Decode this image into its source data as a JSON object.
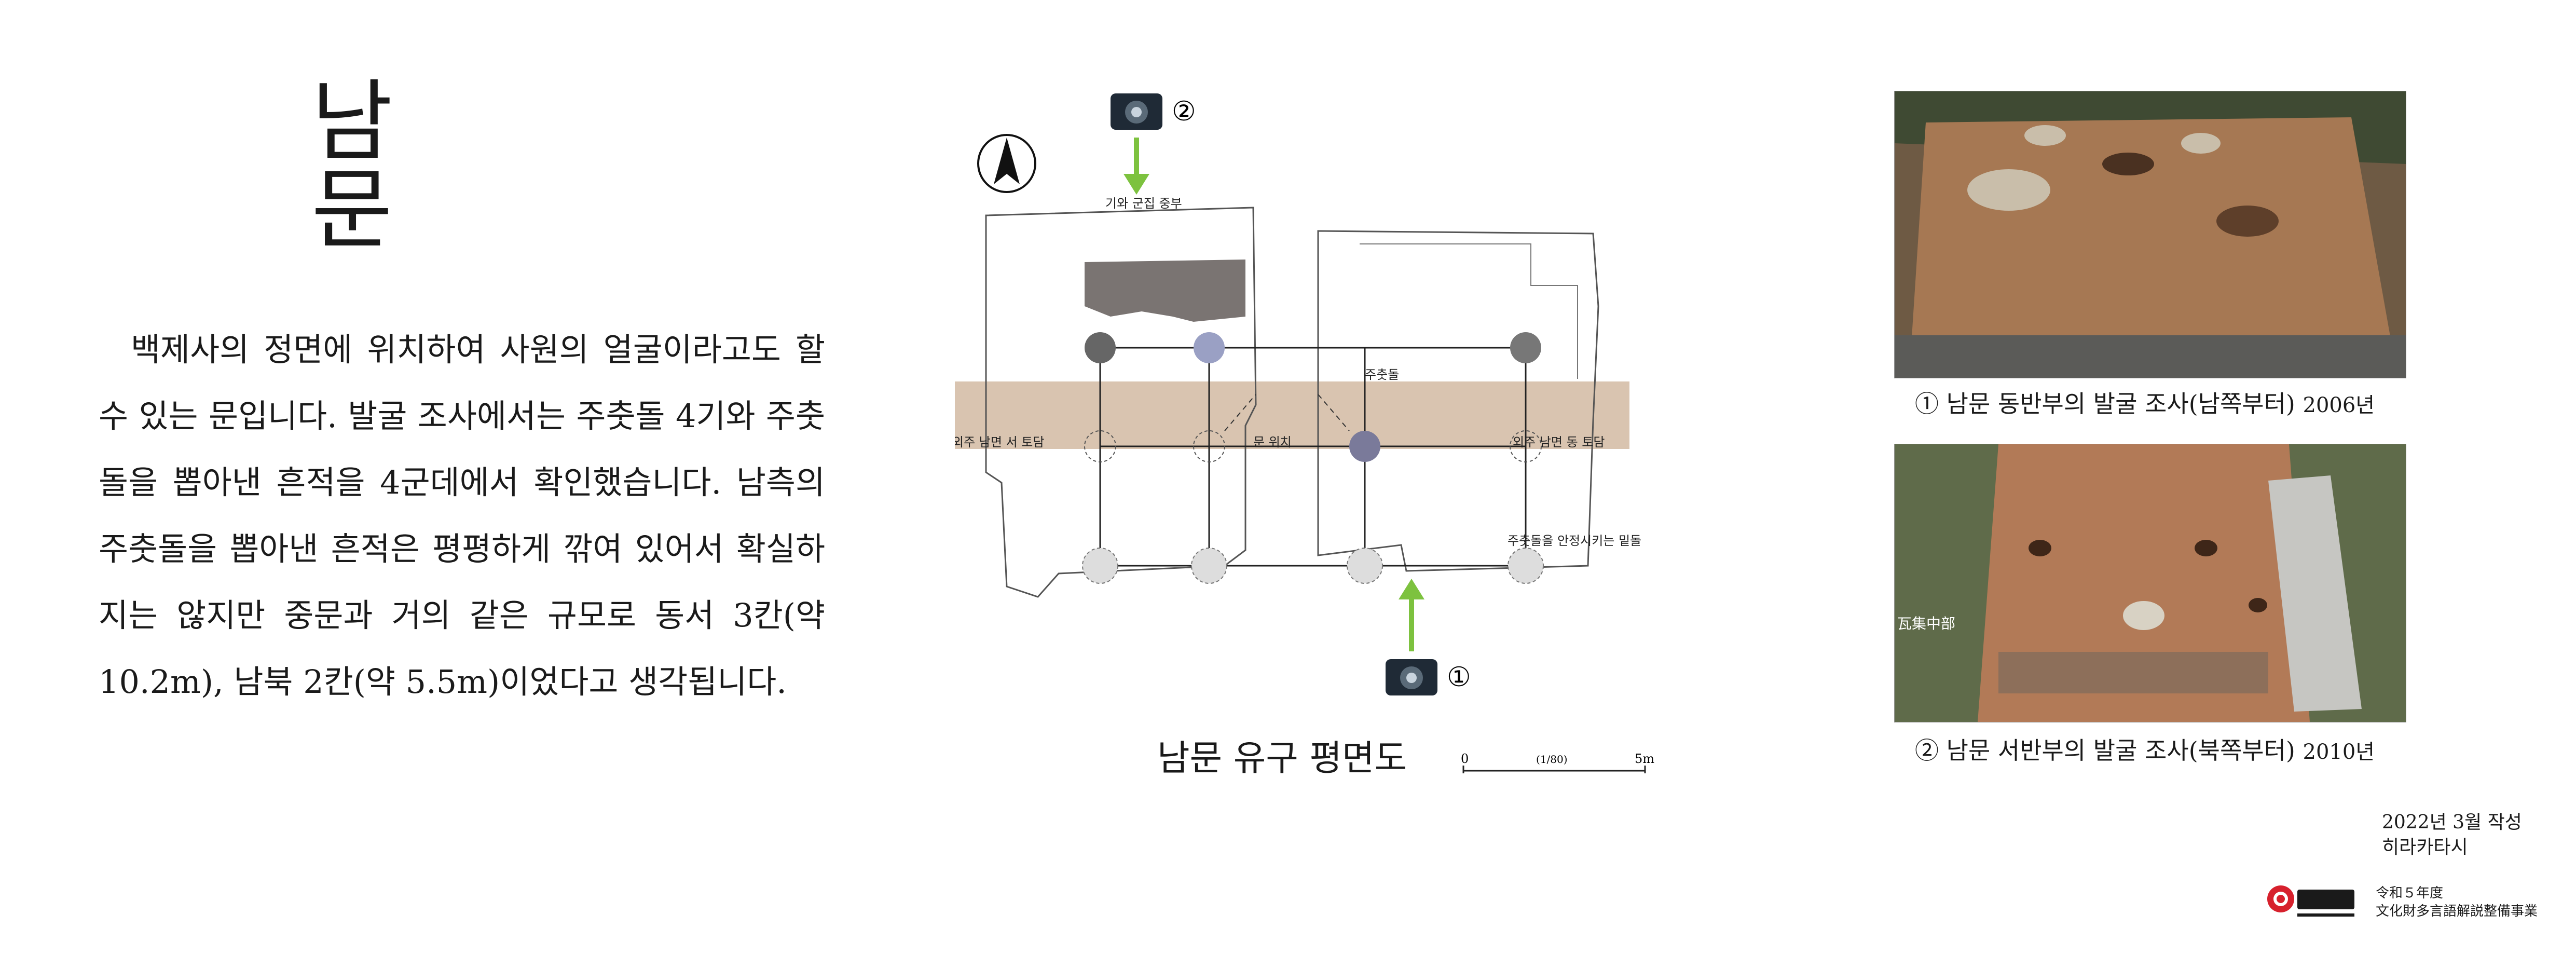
{
  "title": "남 문",
  "body_text": "백제사의 정면에 위치하여 사원의 얼굴이라고도 할 수 있는 문입니다. 발굴 조사에서는 주춧돌 4기와 주춧돌을 뽑아낸 흔적을 4군데에서 확인했습니다. 남측의 주춧돌을 뽑아낸 흔적은 평평하게 깎여 있어서 확실하지는 않지만 중문과 거의 같은 규모로 동서 3칸(약 10.2m), 남북 2칸(약 5.5m)이었다고 생각됩니다.",
  "plan": {
    "title": "남문 유구 평면도",
    "scale_start": "0",
    "scale_ratio": "(1/80)",
    "scale_end": "5m",
    "labels": {
      "roof_tile": "기와 군집 중부",
      "west_wall": "외주 남면 서 토담",
      "east_wall": "외주 남면 동 토담",
      "gate_pos": "문 위치",
      "foundation": "주춧돌",
      "stabilizer": "주춧돌을 안정시키는 밑돌"
    },
    "camera1_marker": "①",
    "camera2_marker": "②"
  },
  "photos": [
    {
      "caption": "① 남문 동반부의 발굴 조사(남쪽부터)",
      "year": "2006년"
    },
    {
      "caption": "② 남문 서반부의 발굴 조사(북쪽부터)",
      "year": "2010년",
      "inset_label": "瓦集中部"
    }
  ],
  "footer": {
    "date": "2022년 3월 작성",
    "author": "히라카타시",
    "logo_year": "令和５年度",
    "logo_project": "文化財多言語解説整備事業"
  },
  "colors": {
    "wall_band": "#d9c4b0",
    "arrow_green": "#7dc23f",
    "logo_red": "#d7212d",
    "soil": "#a67853"
  }
}
